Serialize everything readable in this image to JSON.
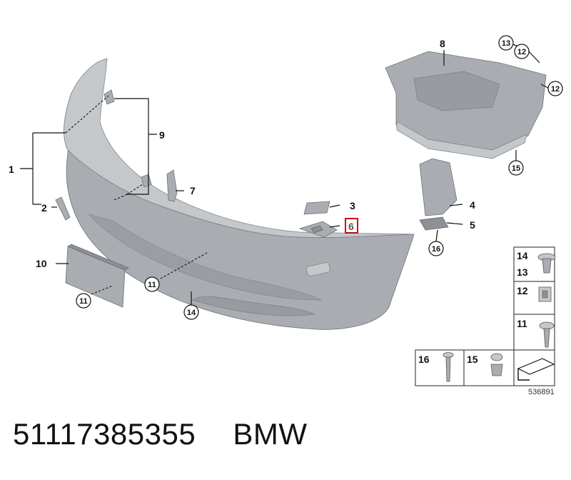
{
  "callouts": {
    "c1": "1",
    "c2": "2",
    "c3": "3",
    "c4": "4",
    "c5": "5",
    "c6": "6",
    "c7": "7",
    "c8": "8",
    "c9": "9",
    "c10": "10",
    "c11a": "11",
    "c11b": "11",
    "c12a": "12",
    "c12b": "12",
    "c13": "13",
    "c14": "14",
    "c15": "15",
    "c16": "16"
  },
  "legend": {
    "row1_top": "14",
    "row1_bottom": "13",
    "row2": "12",
    "row3": "11",
    "bottom_left": "16",
    "bottom_mid": "15"
  },
  "reference_number": "536891",
  "footer": {
    "part_number": "51117385355",
    "brand": "BMW"
  },
  "highlighted_part": "6",
  "colors": {
    "part_fill": "#a9adb1",
    "highlight": "#d0021b"
  }
}
